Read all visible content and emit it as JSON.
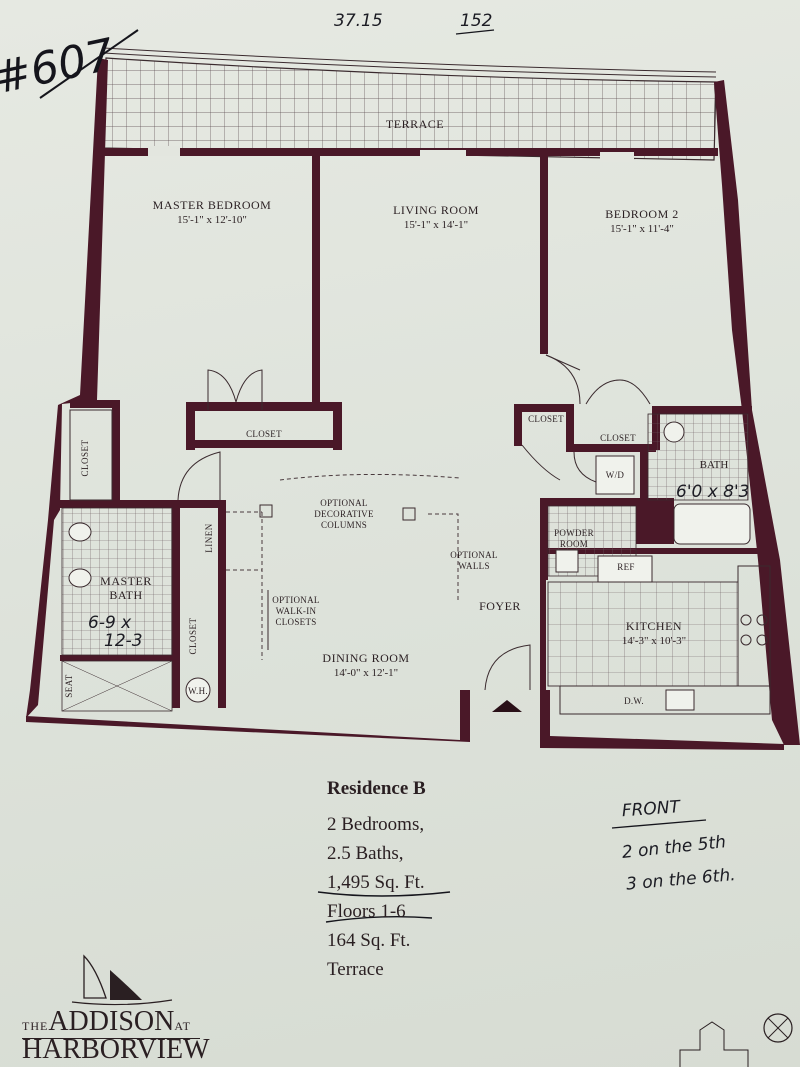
{
  "handwriting": {
    "unit_number": "#607",
    "top_note_1": "37.15",
    "top_note_2": "152",
    "bath_dims": "6'0 x 8'3",
    "master_bath_dims_1": "6-9 x",
    "master_bath_dims_2": "12-3",
    "front_note_1": "FRONT",
    "front_note_2": "2 on the 5th",
    "front_note_3": "3 on the 6th."
  },
  "rooms": {
    "terrace": "TERRACE",
    "master_bedroom": "MASTER BEDROOM",
    "master_bedroom_dims": "15'-1\" x 12'-10\"",
    "living_room": "LIVING ROOM",
    "living_room_dims": "15'-1\" x 14'-1\"",
    "bedroom2": "BEDROOM 2",
    "bedroom2_dims": "15'-1\" x 11'-4\"",
    "closet": "CLOSET",
    "wd": "W/D",
    "bath": "BATH",
    "optional_columns_1": "OPTIONAL",
    "optional_columns_2": "DECORATIVE",
    "optional_columns_3": "COLUMNS",
    "linen": "LINEN",
    "optional_walls_1": "OPTIONAL",
    "optional_walls_2": "WALLS",
    "powder_room_1": "POWDER",
    "powder_room_2": "ROOM",
    "ref": "REF",
    "master_bath_1": "MASTER",
    "master_bath_2": "BATH",
    "optional_closets_1": "OPTIONAL",
    "optional_closets_2": "WALK-IN",
    "optional_closets_3": "CLOSETS",
    "foyer": "FOYER",
    "kitchen": "KITCHEN",
    "kitchen_dims": "14'-3\" x 10'-3\"",
    "dining_room": "DINING ROOM",
    "dining_room_dims": "14'-0\" x 12'-1\"",
    "wh": "W.H.",
    "seat": "SEAT",
    "dw": "D.W."
  },
  "info": {
    "title": "Residence B",
    "bedrooms": "2 Bedrooms,",
    "baths": "2.5 Baths,",
    "sqft": "1,495 Sq. Ft.",
    "floors": "Floors 1-6",
    "terrace_sqft": "164 Sq. Ft.",
    "terrace_word": "Terrace"
  },
  "logo": {
    "the": "THE",
    "addison": "ADDISON",
    "at": "AT",
    "harborview": "HARBORVIEW"
  },
  "colors": {
    "wall": "#4a1828",
    "paper": "#e3e6df",
    "ink": "#2a1f22"
  }
}
